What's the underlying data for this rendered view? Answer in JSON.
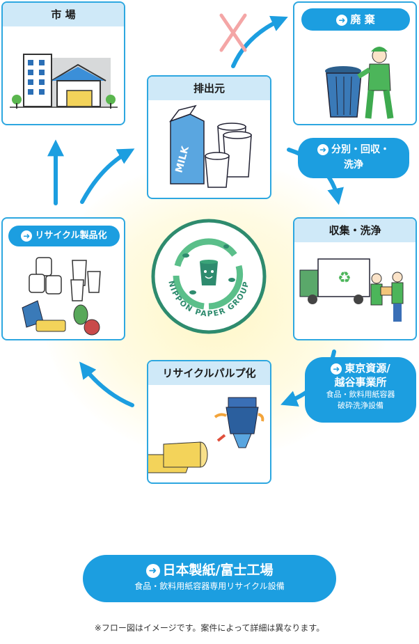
{
  "cards": {
    "market": "市 場",
    "source": "排出元",
    "collect": "収集・洗浄",
    "recycle_product": "リサイクル製品化",
    "pulp": "リサイクルパルプ化"
  },
  "labels": {
    "disposal": "廃 棄",
    "sorting_line1": "分別・回収・",
    "sorting_line2": "洗浄",
    "tokyo_line1": "東京資源/",
    "tokyo_line2": "越谷事業所",
    "tokyo_sub1": "食品・飲料用紙容器",
    "tokyo_sub2": "破砕洗浄設備",
    "fuji_title": "日本製紙/富士工場",
    "fuji_sub": "食品・飲料用紙容器専用リサイクル設備"
  },
  "logo": {
    "text": "NIPPON PAPER GROUP"
  },
  "illustration": {
    "milk": "MILK"
  },
  "note": "※フロー図はイメージです。案件によって詳細は異なります。",
  "colors": {
    "accent": "#1c9ee0",
    "card_border": "#2da7e0",
    "card_head": "#cfe9f8",
    "logo_green": "#2e8b6e",
    "cross": "#f4a6a6"
  }
}
